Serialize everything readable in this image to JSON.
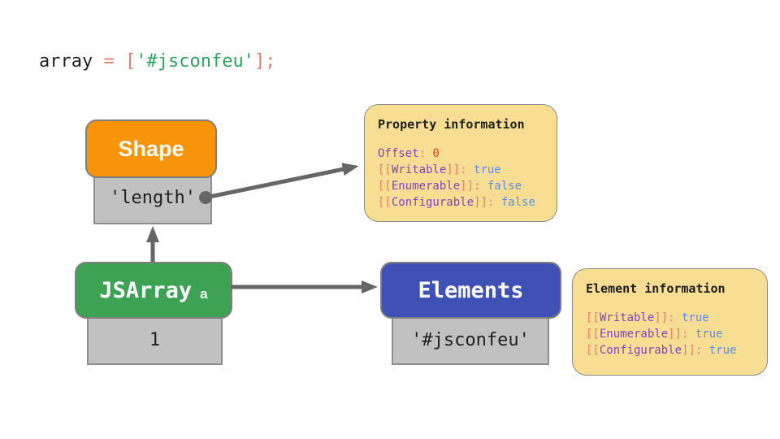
{
  "colors": {
    "page_bg": "#ffffff",
    "code_text": "#1f1f1f",
    "salmon": "#e87b6b",
    "string_green": "#2ba35c",
    "purple": "#7e44b9",
    "value_blue": "#5c8de8",
    "number_red": "#d04427",
    "orange_node": "#f8940a",
    "green_node": "#3da254",
    "blue_node": "#3f51b5",
    "yellow_panel": "#f8de92",
    "gray_slot": "#c1c1c1",
    "slot_border": "#8e8e8e",
    "node_border": "#7f7f7f",
    "panel_border": "#8c8c8c",
    "arrow_gray": "#666666"
  },
  "code": {
    "full_text": "array = ['#jsconfeu'];",
    "tokens": [
      {
        "text": "array ",
        "color": "dark"
      },
      {
        "text": "= ",
        "color": "salmon"
      },
      {
        "text": "[",
        "color": "salmon"
      },
      {
        "text": "'#jsconfeu'",
        "color": "green"
      },
      {
        "text": "];",
        "color": "salmon"
      }
    ]
  },
  "shape_node": {
    "label": "Shape",
    "slot_value": "'length'"
  },
  "jsarray_node": {
    "label": "JSArray",
    "instance": "a",
    "slot_value": "1"
  },
  "elements_node": {
    "label": "Elements",
    "slot_value": "'#jsconfeu'"
  },
  "property_info": {
    "title": "Property information",
    "lines": [
      {
        "segments": [
          {
            "t": "Offset",
            "c": "purple"
          },
          {
            "t": ": ",
            "c": "salmon"
          },
          {
            "t": "0",
            "c": "red"
          }
        ]
      },
      {
        "segments": [
          {
            "t": "[[",
            "c": "salmon"
          },
          {
            "t": "Writable",
            "c": "purple"
          },
          {
            "t": "]]",
            "c": "salmon"
          },
          {
            "t": ": ",
            "c": "salmon"
          },
          {
            "t": "true",
            "c": "blue"
          }
        ]
      },
      {
        "segments": [
          {
            "t": "[[",
            "c": "salmon"
          },
          {
            "t": "Enumerable",
            "c": "purple"
          },
          {
            "t": "]]",
            "c": "salmon"
          },
          {
            "t": ": ",
            "c": "salmon"
          },
          {
            "t": "false",
            "c": "blue"
          }
        ]
      },
      {
        "segments": [
          {
            "t": "[[",
            "c": "salmon"
          },
          {
            "t": "Configurable",
            "c": "purple"
          },
          {
            "t": "]]",
            "c": "salmon"
          },
          {
            "t": ": ",
            "c": "salmon"
          },
          {
            "t": "false",
            "c": "blue"
          }
        ]
      }
    ]
  },
  "element_info": {
    "title": "Element information",
    "lines": [
      {
        "segments": [
          {
            "t": "[[",
            "c": "salmon"
          },
          {
            "t": "Writable",
            "c": "purple"
          },
          {
            "t": "]]",
            "c": "salmon"
          },
          {
            "t": ": ",
            "c": "salmon"
          },
          {
            "t": "true",
            "c": "blue"
          }
        ]
      },
      {
        "segments": [
          {
            "t": "[[",
            "c": "salmon"
          },
          {
            "t": "Enumerable",
            "c": "purple"
          },
          {
            "t": "]]",
            "c": "salmon"
          },
          {
            "t": ": ",
            "c": "salmon"
          },
          {
            "t": "true",
            "c": "blue"
          }
        ]
      },
      {
        "segments": [
          {
            "t": "[[",
            "c": "salmon"
          },
          {
            "t": "Configurable",
            "c": "purple"
          },
          {
            "t": "]]",
            "c": "salmon"
          },
          {
            "t": ": ",
            "c": "salmon"
          },
          {
            "t": "true",
            "c": "blue"
          }
        ]
      }
    ]
  }
}
